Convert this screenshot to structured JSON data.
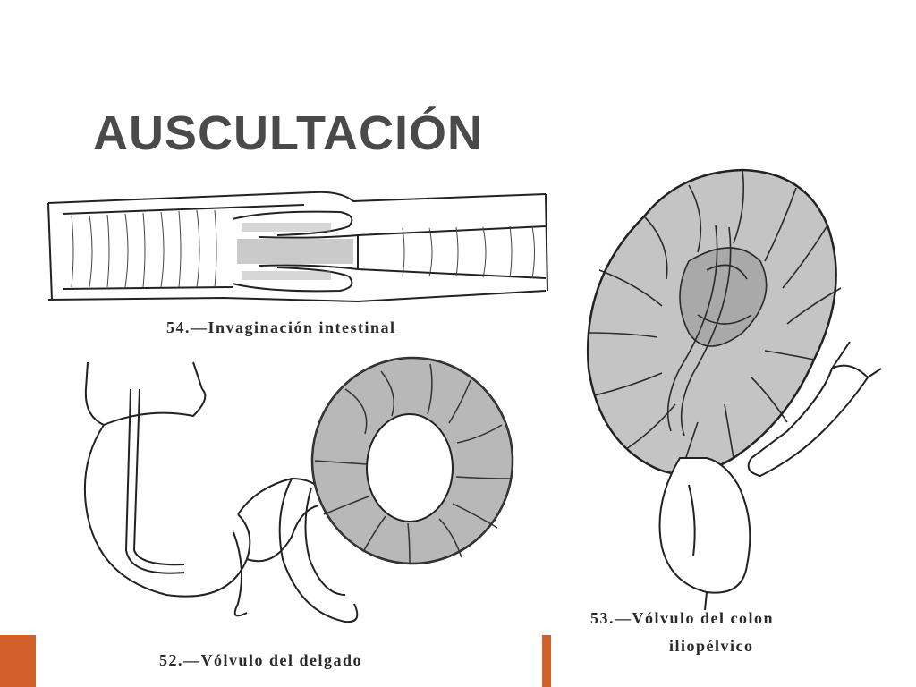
{
  "slide": {
    "title": "AUSCULTACIÓN"
  },
  "figures": {
    "intussusception": {
      "caption": "54.—Invaginación intestinal"
    },
    "small_bowel_volvulus": {
      "caption": "52.—Vólvulo del delgado"
    },
    "colon_volvulus": {
      "caption_line1": "53.—Vólvulo del colon",
      "caption_line2": "iliopélvico"
    }
  },
  "colors": {
    "accent": "#d3602a",
    "title": "#4a4a4a",
    "ink": "#2a2a2a"
  }
}
